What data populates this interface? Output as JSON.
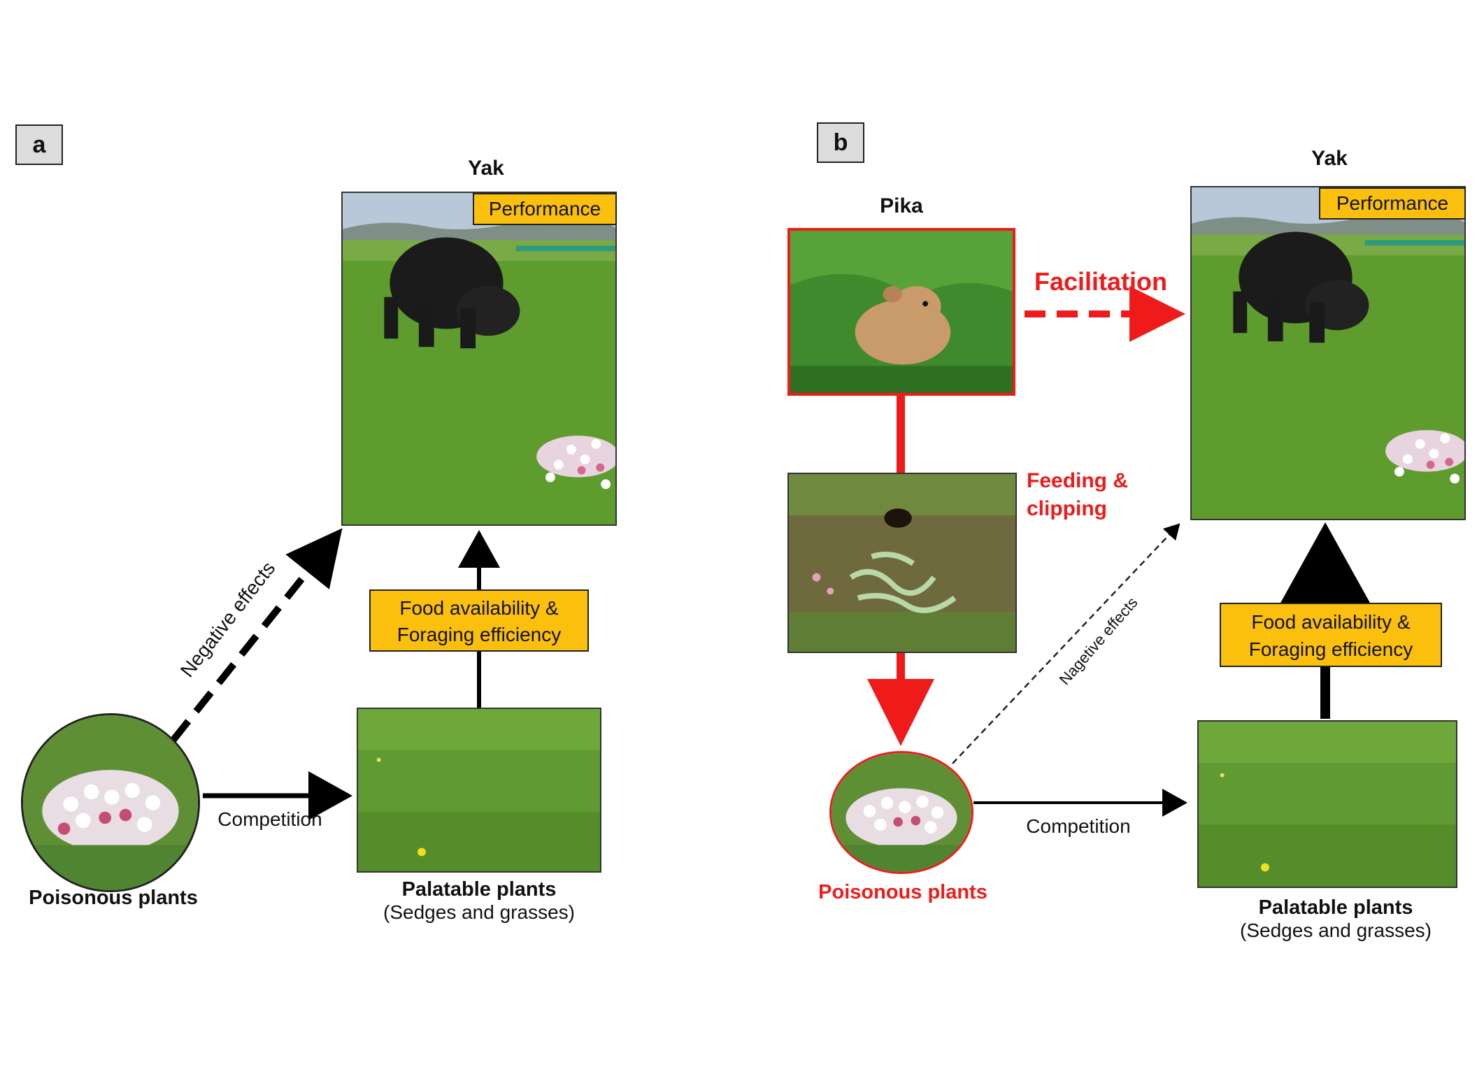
{
  "panels": {
    "a": {
      "label": "a",
      "yak_title": "Yak",
      "performance": "Performance",
      "food_line1": "Food availability &",
      "food_line2": "Foraging efficiency",
      "negative_effects": "Negative effects",
      "competition": "Competition",
      "poisonous": "Poisonous plants",
      "palatable": "Palatable plants",
      "palatable_sub": "(Sedges and grasses)"
    },
    "b": {
      "label": "b",
      "pika_title": "Pika",
      "yak_title": "Yak",
      "performance": "Performance",
      "facilitation": "Facilitation",
      "feeding_line1": "Feeding &",
      "feeding_line2": "clipping",
      "negative_effects": "Nagetive effects",
      "food_line1": "Food availability &",
      "food_line2": "Foraging efficiency",
      "competition": "Competition",
      "poisonous": "Poisonous plants",
      "palatable": "Palatable plants",
      "palatable_sub": "(Sedges and grasses)"
    }
  },
  "colors": {
    "highlight_box": "#fbbf0e",
    "pika_red": "#ef1b1b",
    "grass": "#5d9a2e"
  }
}
